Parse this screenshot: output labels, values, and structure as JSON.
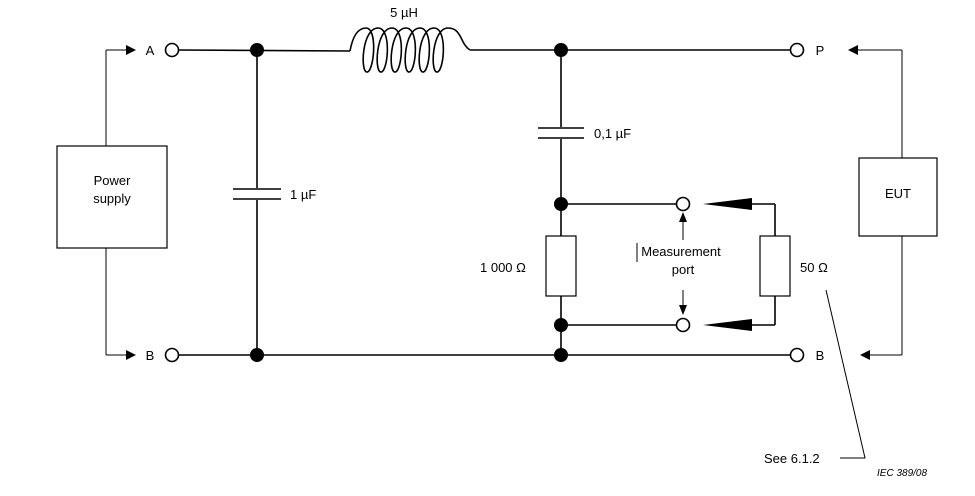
{
  "labels": {
    "inductor": "5 µH",
    "cap_large": "1 µF",
    "cap_small": "0,1 µF",
    "res_1000": "1 000 Ω",
    "res_50": "50 Ω",
    "measurement_line1": "Measurement",
    "measurement_line2": "port",
    "terminal_a": "A",
    "terminal_b_left": "B",
    "terminal_p": "P",
    "terminal_b_right": "B",
    "power_line1": "Power",
    "power_line2": "supply",
    "eut": "EUT",
    "see_ref": "See 6.1.2",
    "figure_code": "IEC   389/08"
  }
}
